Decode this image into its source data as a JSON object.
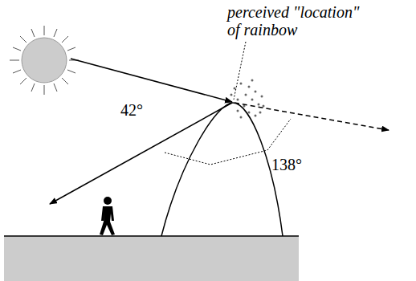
{
  "diagram": {
    "labels": [
      "perceived \"location\" of rainbow",
      "42°",
      "138°"
    ]
  }
}
